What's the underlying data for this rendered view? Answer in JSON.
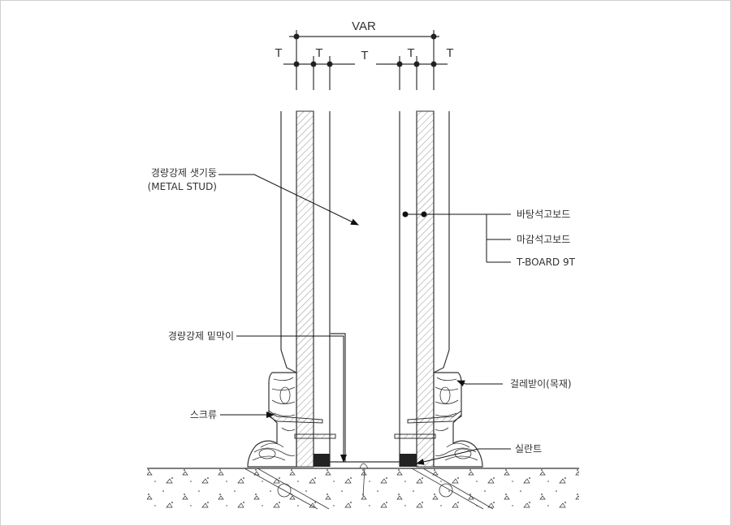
{
  "dimensions": {
    "var": "VAR",
    "t": "T"
  },
  "labels": {
    "metal_stud_ko": "경량강제 샛기둥",
    "metal_stud_en": "(METAL STUD)",
    "base_gypsum": "바탕석고보드",
    "finish_gypsum": "마감석고보드",
    "tboard": "T-BOARD 9T",
    "runner": "경량강제 밑막이",
    "baseboard": "걸레받이(목재)",
    "screw": "스크류",
    "sealant": "실란트"
  },
  "colors": {
    "line": "#333333",
    "hatch": "#777777",
    "sealant": "#222222"
  }
}
